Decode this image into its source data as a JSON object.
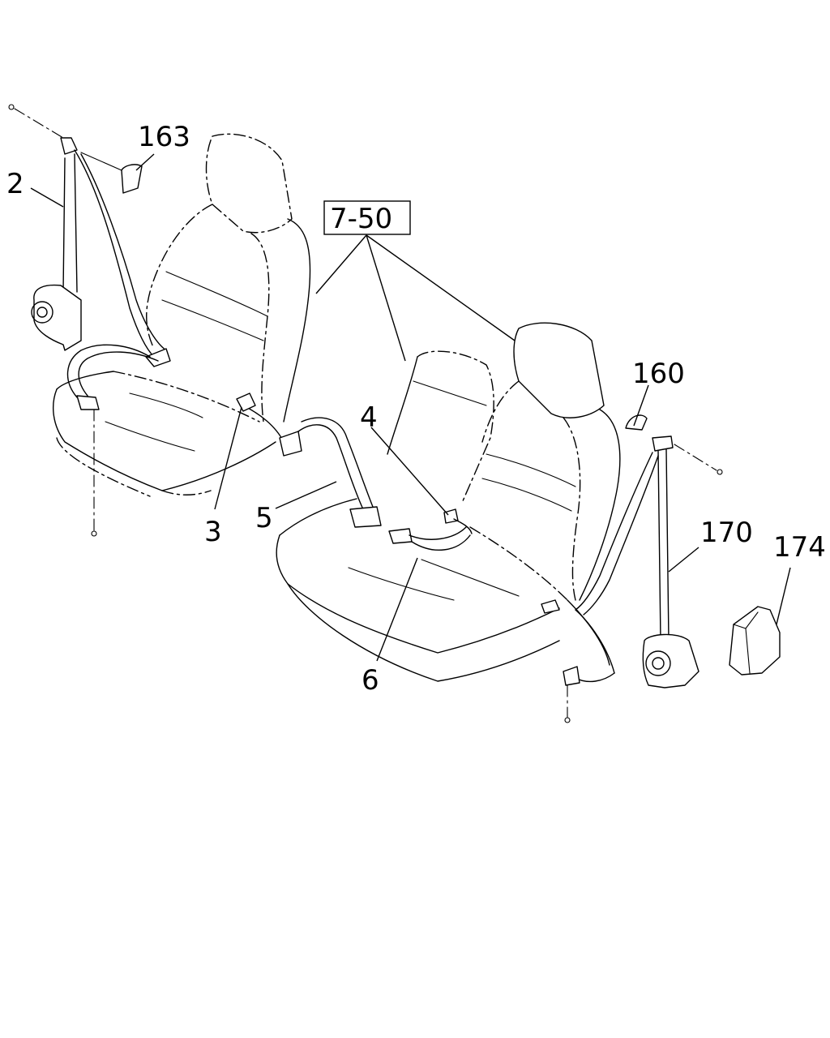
{
  "labels": {
    "p2": "2",
    "p3": "3",
    "p4": "4",
    "p5": "5",
    "p6": "6",
    "p160": "160",
    "p163": "163",
    "p170": "170",
    "p174": "174",
    "group": "7-50"
  }
}
